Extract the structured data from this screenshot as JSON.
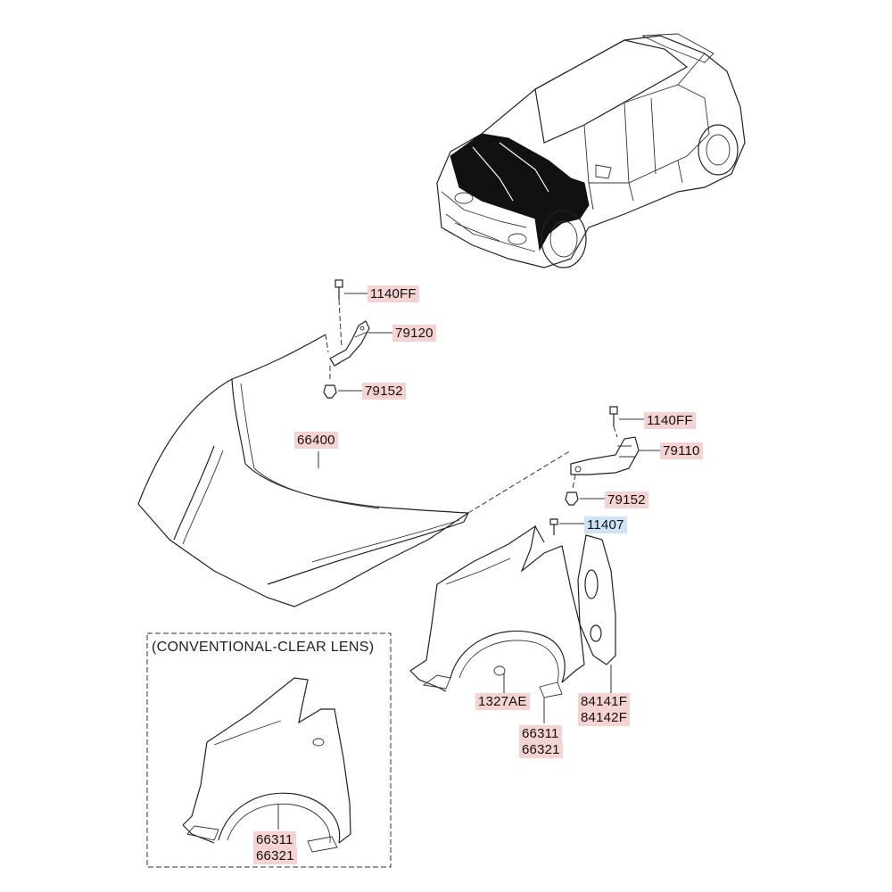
{
  "colors": {
    "label_fill": "#f6d3d3",
    "label_fill_alt": "#cfe2f6",
    "line": "#222222"
  },
  "inset_caption": "(CONVENTIONAL-CLEAR LENS)",
  "labels": [
    {
      "id": "l-1140ff-a",
      "text": "1140FF",
      "variant": "normal"
    },
    {
      "id": "l-79120",
      "text": "79120",
      "variant": "normal"
    },
    {
      "id": "l-79152-a",
      "text": "79152",
      "variant": "normal"
    },
    {
      "id": "l-66400",
      "text": "66400",
      "variant": "normal"
    },
    {
      "id": "l-1140ff-b",
      "text": "1140FF",
      "variant": "normal"
    },
    {
      "id": "l-79110",
      "text": "79110",
      "variant": "normal"
    },
    {
      "id": "l-79152-b",
      "text": "79152",
      "variant": "normal"
    },
    {
      "id": "l-11407",
      "text": "11407",
      "variant": "alt"
    },
    {
      "id": "l-1327ae",
      "text": "1327AE",
      "variant": "normal"
    },
    {
      "id": "l-84141f",
      "text": "84141F",
      "variant": "normal"
    },
    {
      "id": "l-84142f",
      "text": "84142F",
      "variant": "normal"
    },
    {
      "id": "l-66311-a",
      "text": "66311",
      "variant": "normal"
    },
    {
      "id": "l-66321-a",
      "text": "66321",
      "variant": "normal"
    },
    {
      "id": "l-66311-b",
      "text": "66311",
      "variant": "normal"
    },
    {
      "id": "l-66321-b",
      "text": "66321",
      "variant": "normal"
    }
  ]
}
